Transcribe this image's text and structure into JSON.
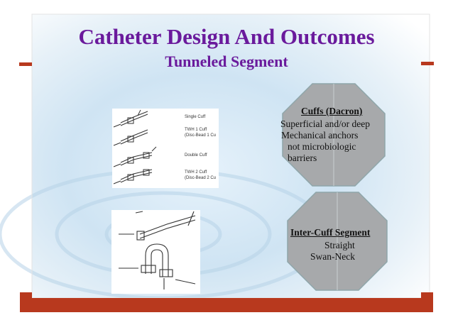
{
  "slide": {
    "title": "Catheter Design And Outcomes",
    "subtitle": "Tunneled Segment"
  },
  "diagram_top": {
    "labels": [
      "Single Cuff",
      "TWH 1 Cuff",
      "(Disc-Bead 1 Cu",
      "Double Cuff",
      "TWH 2 Cuff",
      "(Disc-Bead 2 Cu"
    ]
  },
  "cuffs_panel": {
    "title": "Cuffs (Dacron)",
    "lines": [
      "Superficial and/or deep",
      "Mechanical anchors",
      "not microbiologic",
      "barriers"
    ]
  },
  "intercuff_panel": {
    "title": "Inter-Cuff Segment",
    "lines": [
      "Straight",
      "Swan-Neck"
    ]
  },
  "colors": {
    "title": "#6a1a9c",
    "accent_bar": "#b8391e",
    "octagon_fill": "#a7a9ab",
    "octagon_stroke": "#8fa6aa"
  }
}
